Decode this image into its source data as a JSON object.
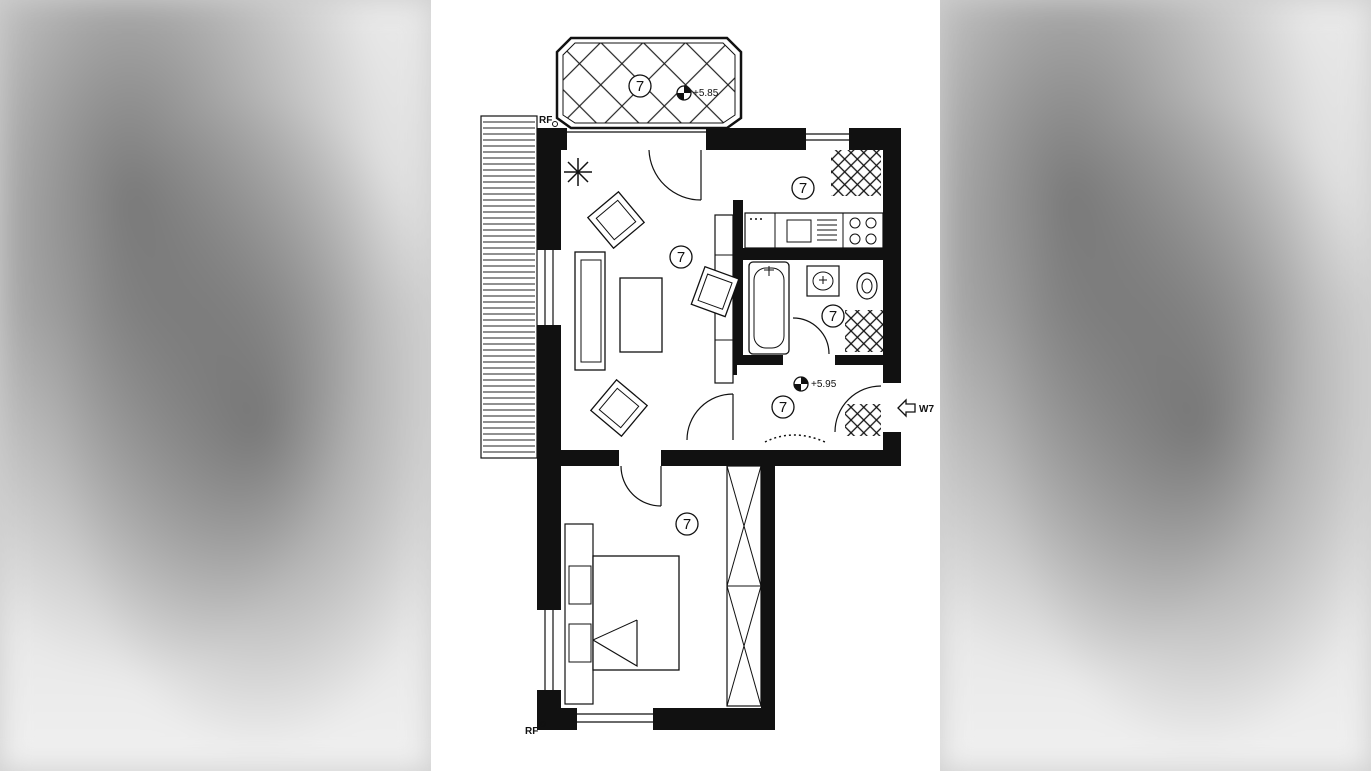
{
  "labels": {
    "room_number": "7",
    "elevation_balcony": "+5.85",
    "elevation_hall": "+5.95",
    "entrance": "W7",
    "rf_top": "RF",
    "rf_bottom": "RF"
  },
  "colors": {
    "wall": "#111111",
    "paper": "#ffffff",
    "line": "#222222",
    "background_blur": "#d0d0d0"
  },
  "icons": [
    "plant-icon",
    "elevation-marker-icon",
    "entrance-arrow-icon"
  ]
}
